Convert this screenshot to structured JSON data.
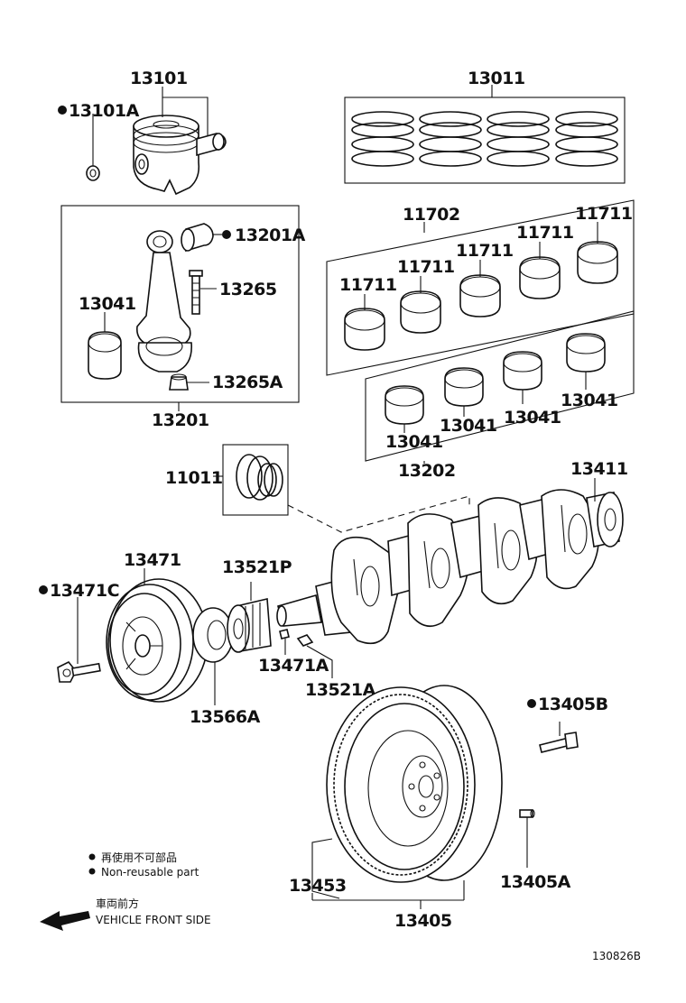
{
  "labels": {
    "p13101": "13101",
    "p13101A": "13101A",
    "p13011": "13011",
    "p13201A": "13201A",
    "p13265": "13265",
    "p13041_rod": "13041",
    "p13265A": "13265A",
    "p13201": "13201",
    "p11702": "11702",
    "p11711_1": "11711",
    "p11711_2": "11711",
    "p11711_3": "11711",
    "p11711_4": "11711",
    "p11711_5": "11711",
    "p13041_a": "13041",
    "p13041_b": "13041",
    "p13041_c": "13041",
    "p13041_d": "13041",
    "p13202": "13202",
    "p11011": "11011",
    "p13411": "13411",
    "p13471": "13471",
    "p13521P": "13521P",
    "p13471C": "13471C",
    "p13471A": "13471A",
    "p13521A": "13521A",
    "p13566A": "13566A",
    "p13405B": "13405B",
    "p13453": "13453",
    "p13405A": "13405A",
    "p13405": "13405"
  },
  "legend": {
    "jp": "再使用不可部品",
    "en": "Non-reusable part"
  },
  "direction": {
    "jp": "車両前方",
    "en": "VEHICLE FRONT SIDE"
  },
  "drawing_code": "130826B"
}
